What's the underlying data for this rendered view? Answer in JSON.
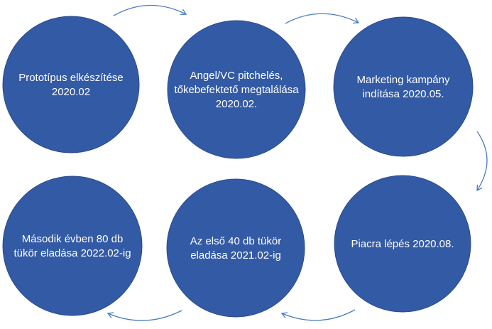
{
  "colors": {
    "node_fill": "#335aa5",
    "node_stroke": "#2b4c8c",
    "arrow": "#4a7cc2",
    "text": "#ffffff",
    "background": "#ffffff"
  },
  "steps": [
    {
      "lines": [
        "Prototípus elkészítése",
        "2020.02"
      ]
    },
    {
      "lines": [
        "Angel/VC pitchelés,",
        "tőkebefektető megtalálása",
        "2020.02."
      ]
    },
    {
      "lines": [
        "Marketing kampány",
        "indítása 2020.05."
      ]
    },
    {
      "lines": [
        "Piacra lépés 2020.08."
      ]
    },
    {
      "lines": [
        "Az első 40 db tükör",
        "eladása 2021.02-ig"
      ]
    },
    {
      "lines": [
        "Második évben 80 db",
        "tükör eladása 2022.02-ig"
      ]
    }
  ]
}
